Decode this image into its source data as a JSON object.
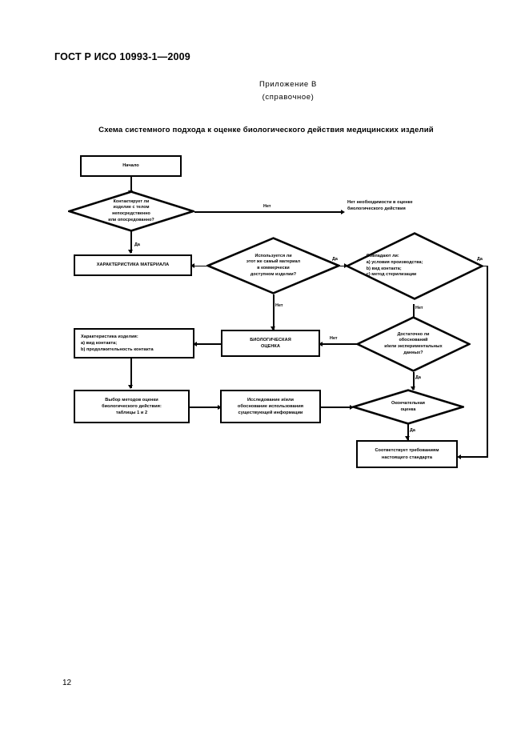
{
  "document": {
    "standard_number": "ГОСТ Р ИСО 10993-1—2009",
    "annex_title": "Приложение В",
    "annex_subtitle": "(справочное)",
    "scheme_title": "Схема системного подхода к оценке биологического действия медицинских изделий",
    "page_number": "12"
  },
  "flowchart": {
    "nodes": {
      "start": {
        "label": "Начало"
      },
      "contact_decision": {
        "line1": "Контактирует ли",
        "line2": "изделие с телом",
        "line3": "непосредственно",
        "line4": "или опосредованно?"
      },
      "no_need": {
        "line1": "Нет необходимости в оценке",
        "line2": "биологического действия"
      },
      "material_characterization": {
        "label": "ХАРАКТЕРИСТИКА МАТЕРИАЛА"
      },
      "same_material_decision": {
        "line1": "Используется ли",
        "line2": "этот же самый материал",
        "line3": "в коммерчески",
        "line4": "доступном изделии?"
      },
      "match_decision": {
        "line1": "Совпадают ли:",
        "line2": "a) условия производства;",
        "line3": "b) вид контакта;",
        "line4": "c) метод стерилизации"
      },
      "device_characterization": {
        "line1": "Характеристика изделия:",
        "line2": "a) вид контакта;",
        "line3": "b) продолжительность контакта"
      },
      "biological_evaluation": {
        "line1": "БИОЛОГИЧЕСКАЯ",
        "line2": "ОЦЕНКА"
      },
      "enough_data_decision": {
        "line1": "Достаточно ли",
        "line2": "обоснований",
        "line3": "и/или экспериментальных",
        "line4": "данных?"
      },
      "select_methods": {
        "line1": "Выбор методов оценки",
        "line2": "биологического действия:",
        "line3": "таблицы 1 и 2"
      },
      "research_or_justify": {
        "line1": "Исследование и/или",
        "line2": "обоснование использования",
        "line3": "существующей информации"
      },
      "final_evaluation": {
        "line1": "Окончательная",
        "line2": "оценка"
      },
      "conforms": {
        "line1": "Соответствует требованиям",
        "line2": "настоящего стандарта"
      }
    },
    "edge_labels": {
      "contact_no": "Нет",
      "contact_yes": "Да",
      "same_material_yes": "Да",
      "same_material_no": "Нет",
      "match_yes": "Да",
      "match_no": "Нет",
      "enough_no": "Нет",
      "enough_yes": "Да",
      "final_yes": "Да"
    },
    "colors": {
      "stroke": "#000000",
      "fill": "#ffffff",
      "background": "#ffffff"
    }
  }
}
